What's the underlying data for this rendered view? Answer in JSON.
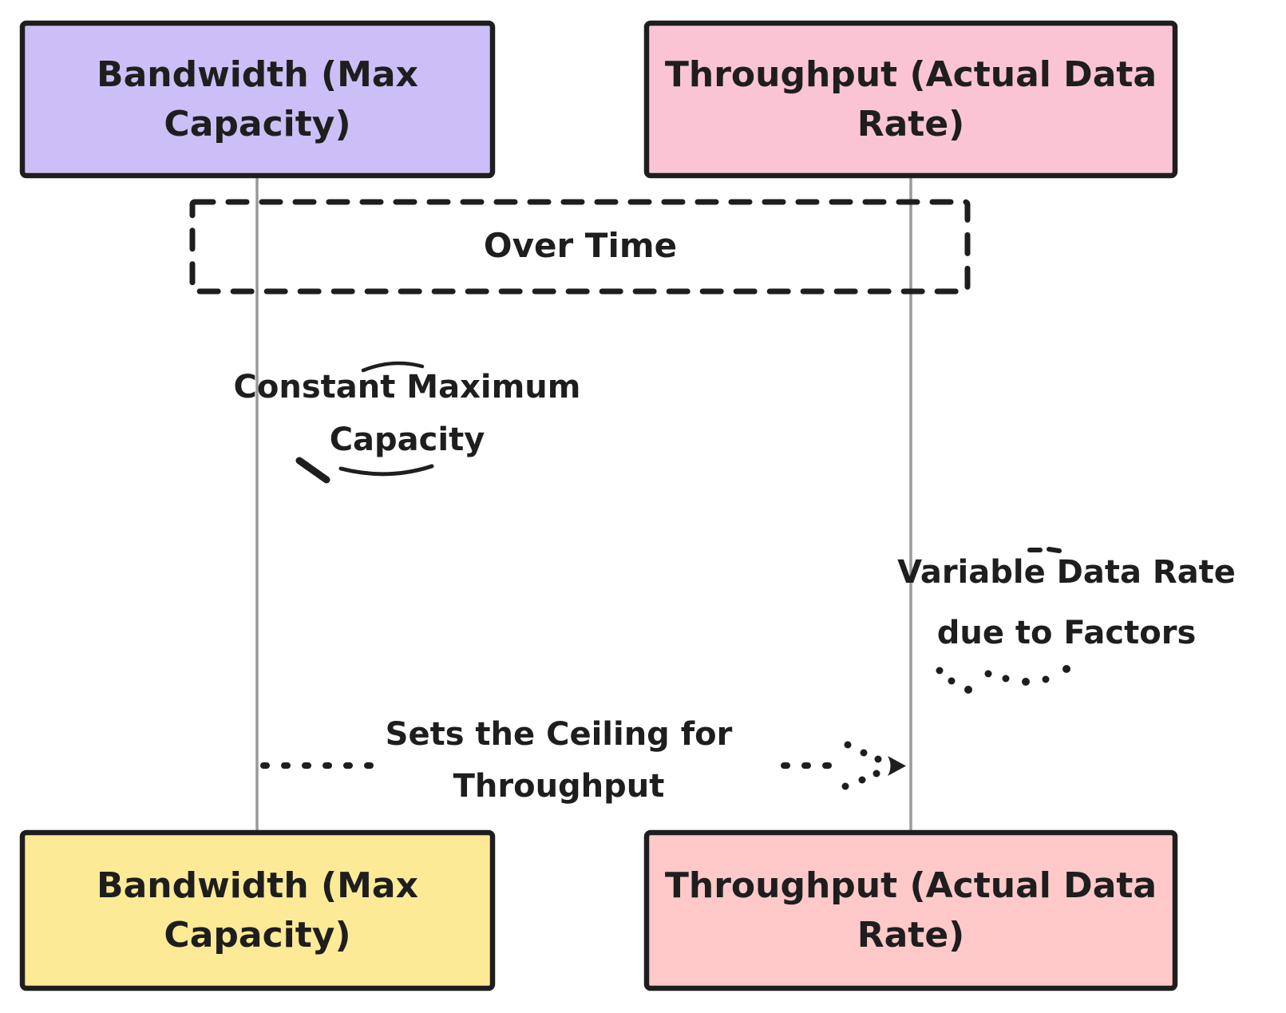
{
  "colors": {
    "bg": "#ffffff",
    "ink": "#1e1e1e",
    "lifeline": "#9a9a9a",
    "lavender": "#ccbff7",
    "pink": "#fbc4d4",
    "yellow": "#fdea96",
    "salmon": "#ffc9c9"
  },
  "actors": {
    "top_left": {
      "lines": [
        "Bandwidth (Max",
        "Capacity)"
      ]
    },
    "top_right": {
      "lines": [
        "Throughput (Actual Data",
        "Rate)"
      ]
    },
    "bottom_left": {
      "lines": [
        "Bandwidth (Max",
        "Capacity)"
      ]
    },
    "bottom_right": {
      "lines": [
        "Throughput (Actual Data",
        "Rate)"
      ]
    }
  },
  "frame": {
    "label": "Over Time"
  },
  "messages": {
    "constant": {
      "lines": [
        "Constant Maximum",
        "Capacity"
      ]
    },
    "variable": {
      "lines": [
        "Variable Data Rate",
        "due to Factors"
      ]
    },
    "ceiling": {
      "lines": [
        "Sets the Ceiling for",
        "Throughput"
      ]
    }
  }
}
